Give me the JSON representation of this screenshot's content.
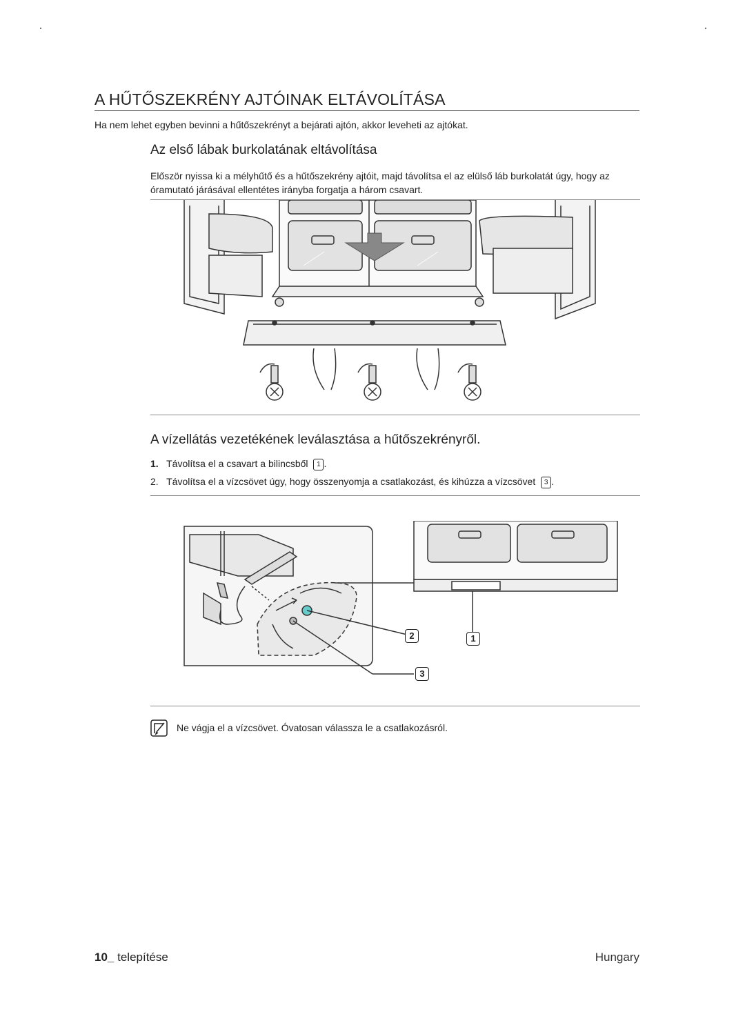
{
  "title": "A HŰTŐSZEKRÉNY AJTÓINAK ELTÁVOLÍTÁSA",
  "intro": "Ha nem lehet egyben bevinni a hűtőszekrényt a bejárati ajtón, akkor leveheti az ajtókat.",
  "section1": {
    "heading": "Az első lábak burkolatának eltávolítása",
    "text": "Először nyissa ki a mélyhűtő és a hűtőszekrény ajtóit, majd távolítsa el az elülső láb burkolatát úgy, hogy az óramutató járásával ellentétes irányba forgatja a három csavart."
  },
  "section2": {
    "heading": "A vízellátás vezetékének leválasztása a hűtőszekrényről.",
    "steps": [
      {
        "num": "1.",
        "text": "Távolítsa el a csavart a bilincsből",
        "ref": "1",
        "end": "."
      },
      {
        "num": "2.",
        "text": "Távolítsa el a vízcsövet úgy, hogy összenyomja a csatlakozást, és kihúzza a vízcsövet",
        "ref": "3",
        "end": "."
      }
    ],
    "callouts": [
      "2",
      "1",
      "3"
    ]
  },
  "note": {
    "icon": "note-icon",
    "text": "Ne vágja el a vízcsövet. Óvatosan válassza le a csatlakozásról."
  },
  "footer": {
    "page_number": "10_",
    "section": "telepítése",
    "country": "Hungary"
  }
}
